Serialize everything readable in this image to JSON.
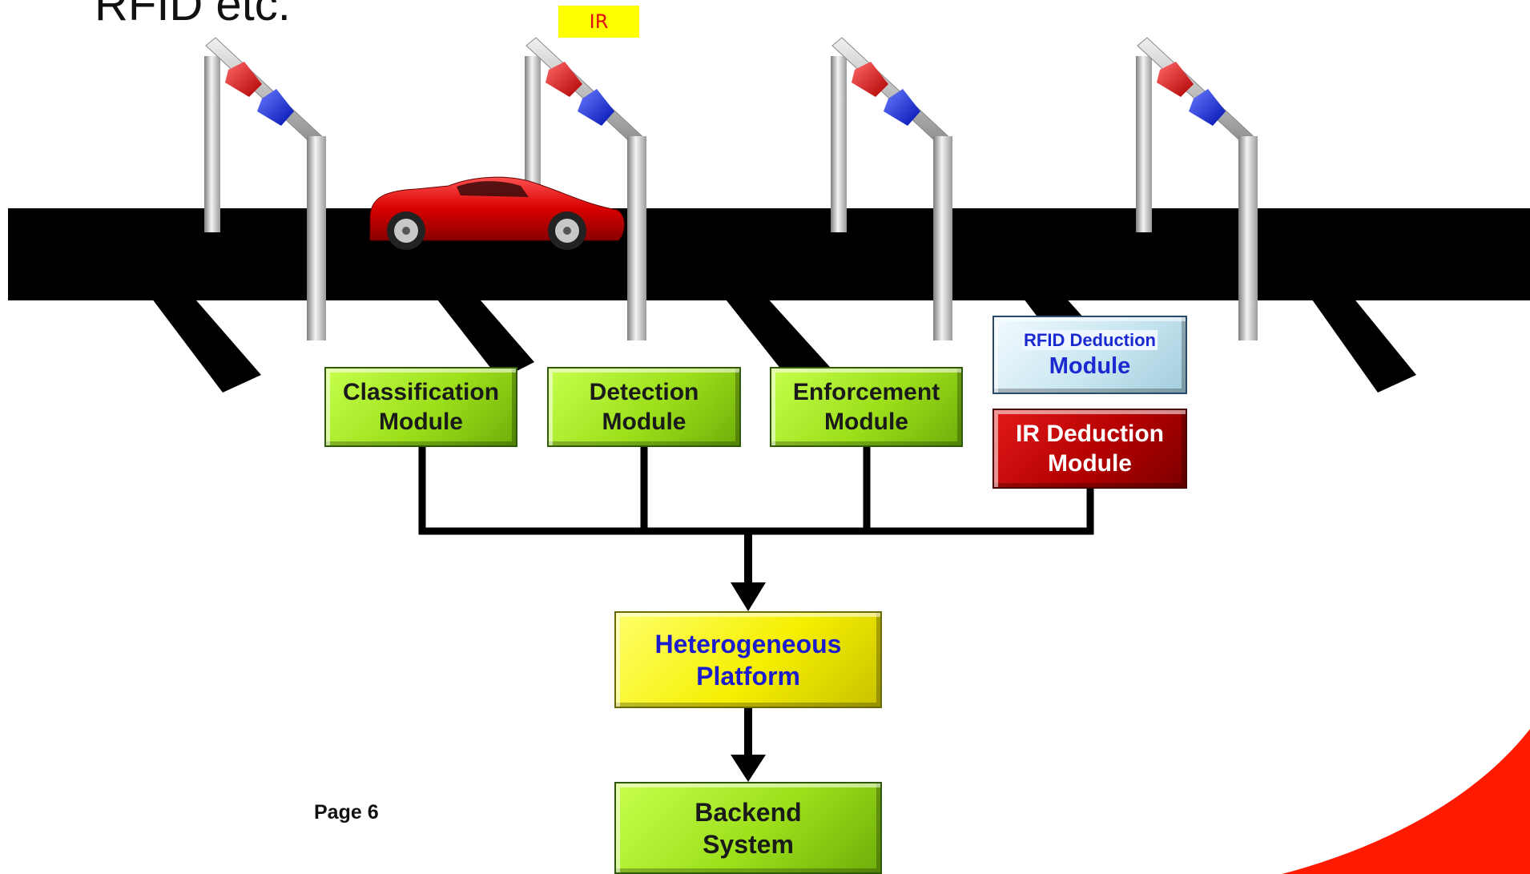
{
  "header": {
    "text": "RFID etc."
  },
  "gantry_tag": "IR",
  "modules": {
    "classification": {
      "line1": "Classification",
      "line2": "Module"
    },
    "detection": {
      "line1": "Detection",
      "line2": "Module"
    },
    "enforcement": {
      "line1": "Enforcement",
      "line2": "Module"
    },
    "rfid_deduction": {
      "line1": "RFID Deduction",
      "line2": "Module"
    },
    "ir_deduction": {
      "line1": "IR Deduction",
      "line2": "Module"
    },
    "platform": {
      "line1": "Heterogeneous",
      "line2": "Platform"
    },
    "backend": {
      "line1": "Backend",
      "line2": "System"
    }
  },
  "footer": {
    "page": "Page 6"
  },
  "colors": {
    "module_green": "#9cdf1a",
    "module_yellow": "#f5ef00",
    "module_red": "#b40000",
    "module_light_blue": "#c9e6f1",
    "road": "#000000",
    "car": "#d10000",
    "corner_swoosh": "#ff1a00",
    "gantry_red_light": "#d01818",
    "gantry_blue_light": "#1a2ae0"
  }
}
